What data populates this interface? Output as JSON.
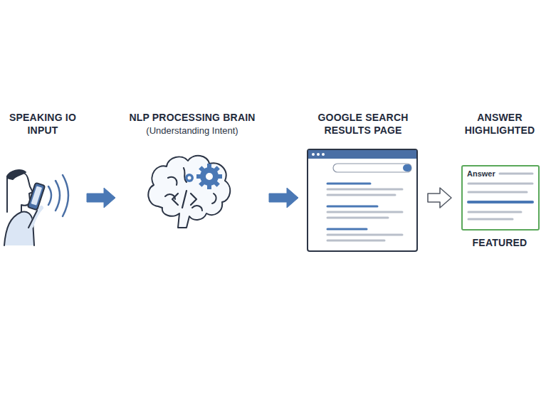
{
  "diagram": {
    "nodes": [
      {
        "text": [
          "SPEAKING IO INPUT"
        ]
      },
      {
        "text": [
          "NLP PROCESSING BRAIN",
          "(Understanding Intent)"
        ]
      },
      {
        "text": [
          "GOOGLE SEARCH RESULTS PAGE"
        ]
      },
      {
        "text": [
          "ANSWER HIGHLIGHTED",
          "FEATURED"
        ]
      },
      {
        "text": [
          "Answer"
        ],
        "in": 3
      }
    ],
    "edges": [
      {
        "from": 0,
        "to": 1,
        "arrow": "to"
      },
      {
        "from": 1,
        "to": 2,
        "arrow": "to"
      },
      {
        "from": 2,
        "to": 3,
        "arrow": "to"
      }
    ]
  }
}
